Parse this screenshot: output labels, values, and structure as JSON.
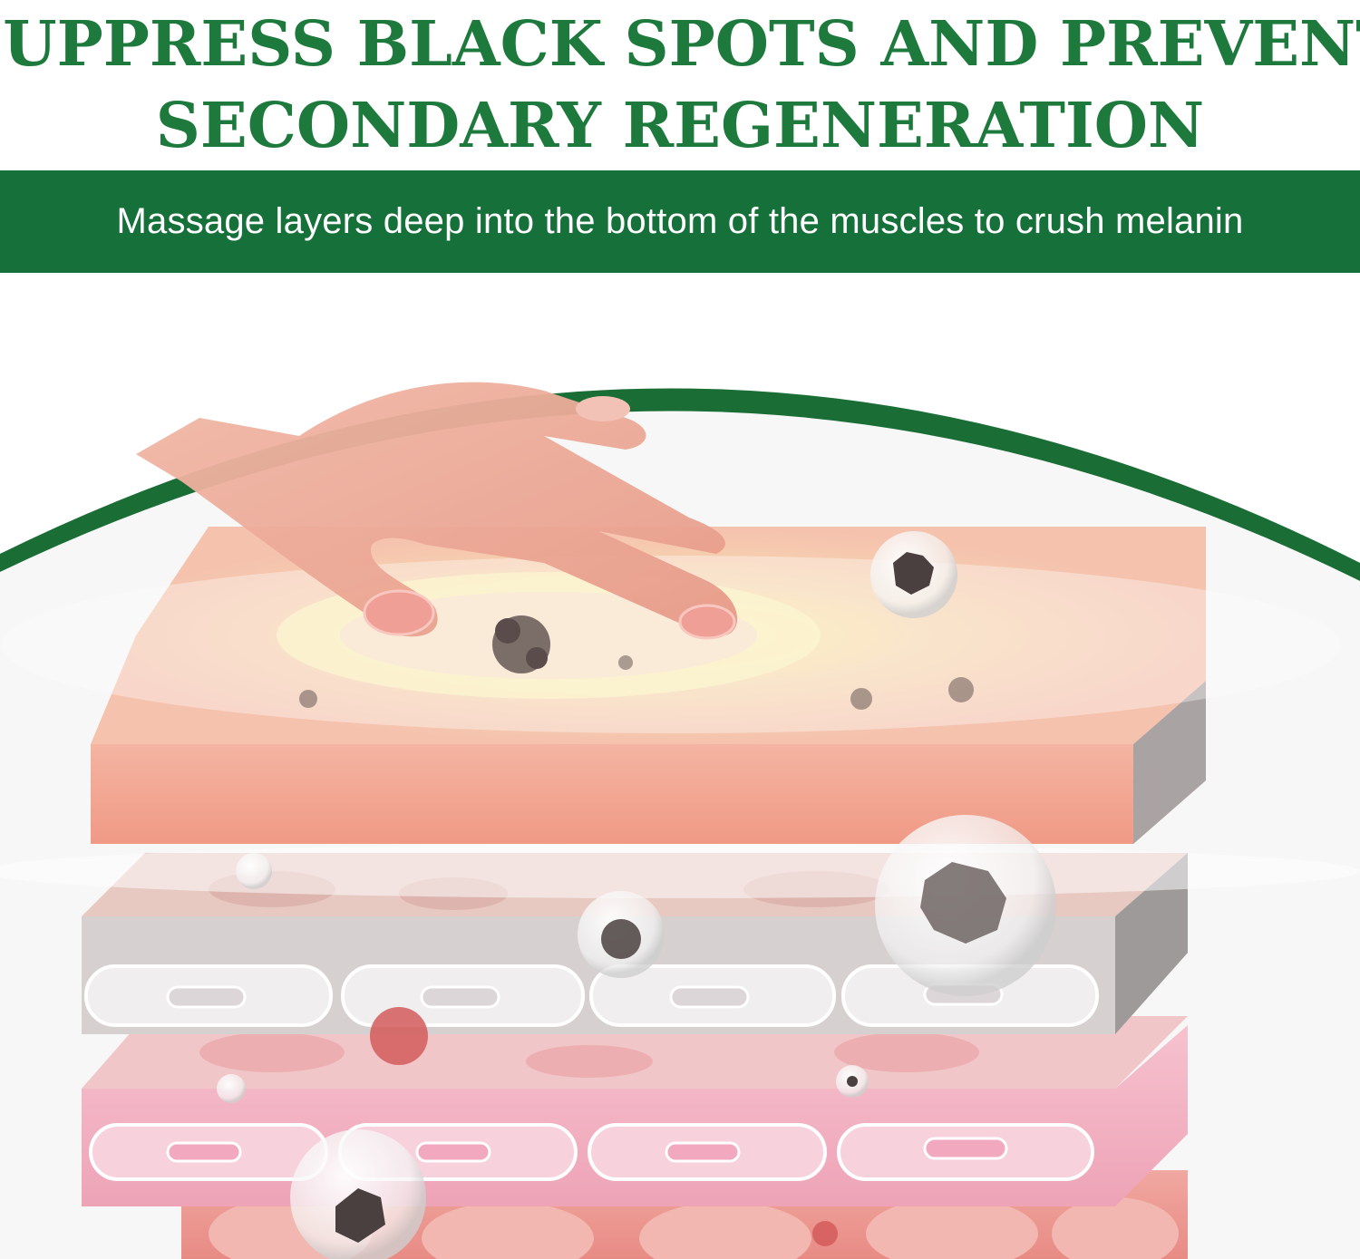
{
  "headline": {
    "line1": "SUPPRESS BLACK SPOTS AND PREVENT",
    "line2": "SECONDARY REGENERATION"
  },
  "banner": {
    "text": "Massage layers deep into the bottom of the muscles to crush melanin"
  },
  "colors": {
    "headline_green": "#1e7a3c",
    "banner_green": "#15703a",
    "arc_green": "#1a6e35",
    "skin_peach": "#f3b9a3",
    "layer_gray": "#d8d3d3",
    "layer_pink": "#f2b4c4",
    "melanin_dark": "#4a4040"
  },
  "illustration": {
    "icons": [
      "finger-icon",
      "melanin-spot-icon",
      "cell-icon"
    ]
  }
}
